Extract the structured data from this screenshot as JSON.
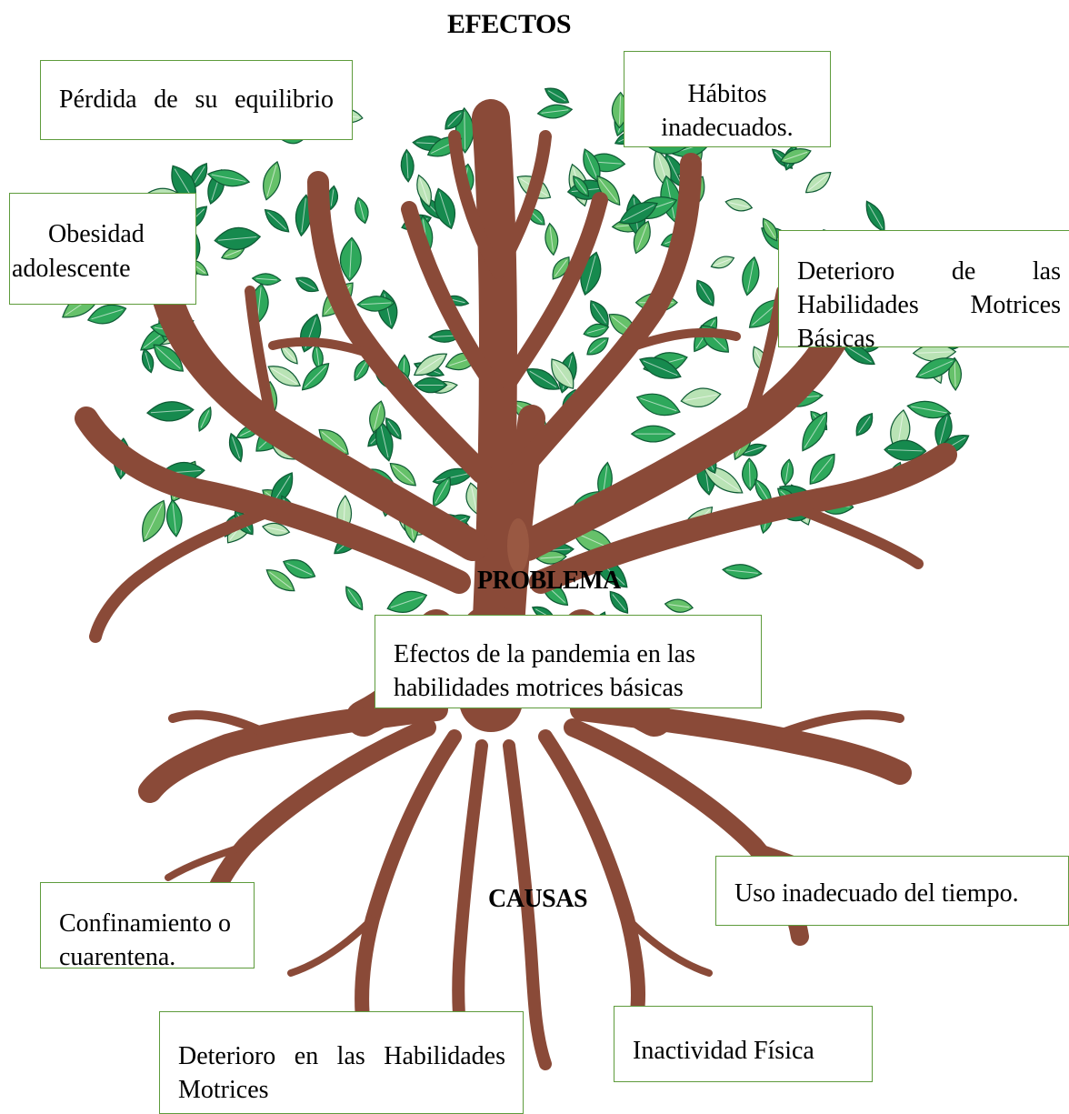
{
  "diagram": {
    "heading_effects": "EFECTOS",
    "heading_problem": "PROBLEMA",
    "heading_causes": "CAUSAS",
    "effects": {
      "perdida_equilibrio": "Pérdida de su equilibrio",
      "habitos": "Hábitos inadecuados.",
      "obesidad": "Obesidad adolescente",
      "deterioro_habilidades": "Deterioro de las Habilidades Motrices Básicas"
    },
    "problem": "Efectos de la pandemia en las habilidades motrices básicas",
    "causes": {
      "confinamiento": "Confinamiento o cuarentena.",
      "uso_tiempo": "Uso inadecuado del tiempo.",
      "deterioro_habilidades": "Deterioro en las Habilidades Motrices",
      "inactividad": "Inactividad Física"
    },
    "colors": {
      "trunk": "#8a4a38",
      "trunk_dark": "#7a3f2f",
      "leaf_dark": "#168a4e",
      "leaf_mid": "#2ea85b",
      "leaf_light": "#66c16a",
      "leaf_pale": "#b9e3b5",
      "box_border": "#5e9b3c"
    }
  }
}
